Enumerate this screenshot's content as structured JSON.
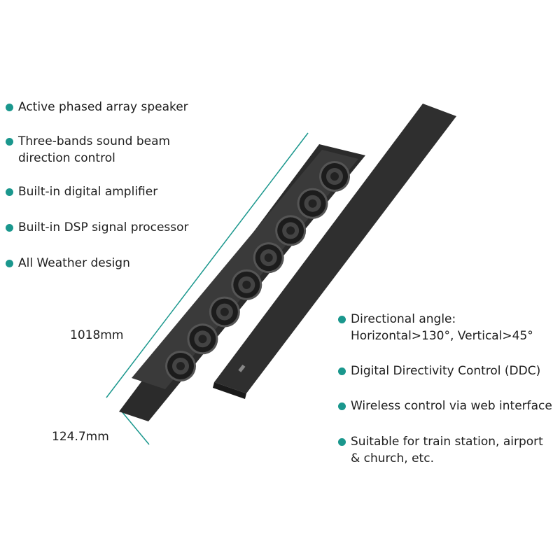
{
  "accent_color": "#1a978d",
  "left_features": [
    {
      "text": "Active phased array speaker"
    },
    {
      "text": "Three-bands sound beam direction control"
    },
    {
      "text": "Built-in digital amplifier"
    },
    {
      "text": "Built-in DSP signal processor"
    },
    {
      "text": "All Weather design"
    }
  ],
  "right_features": [
    {
      "text": "Directional angle: Horizontal>130°, Vertical>45°"
    },
    {
      "text": "Digital Directivity Control (DDC)"
    },
    {
      "text": "Wireless control via web interface"
    },
    {
      "text": "Suitable for train station, airport & church, etc."
    }
  ],
  "dimensions": {
    "height": "1018mm",
    "width": "124.7mm"
  }
}
